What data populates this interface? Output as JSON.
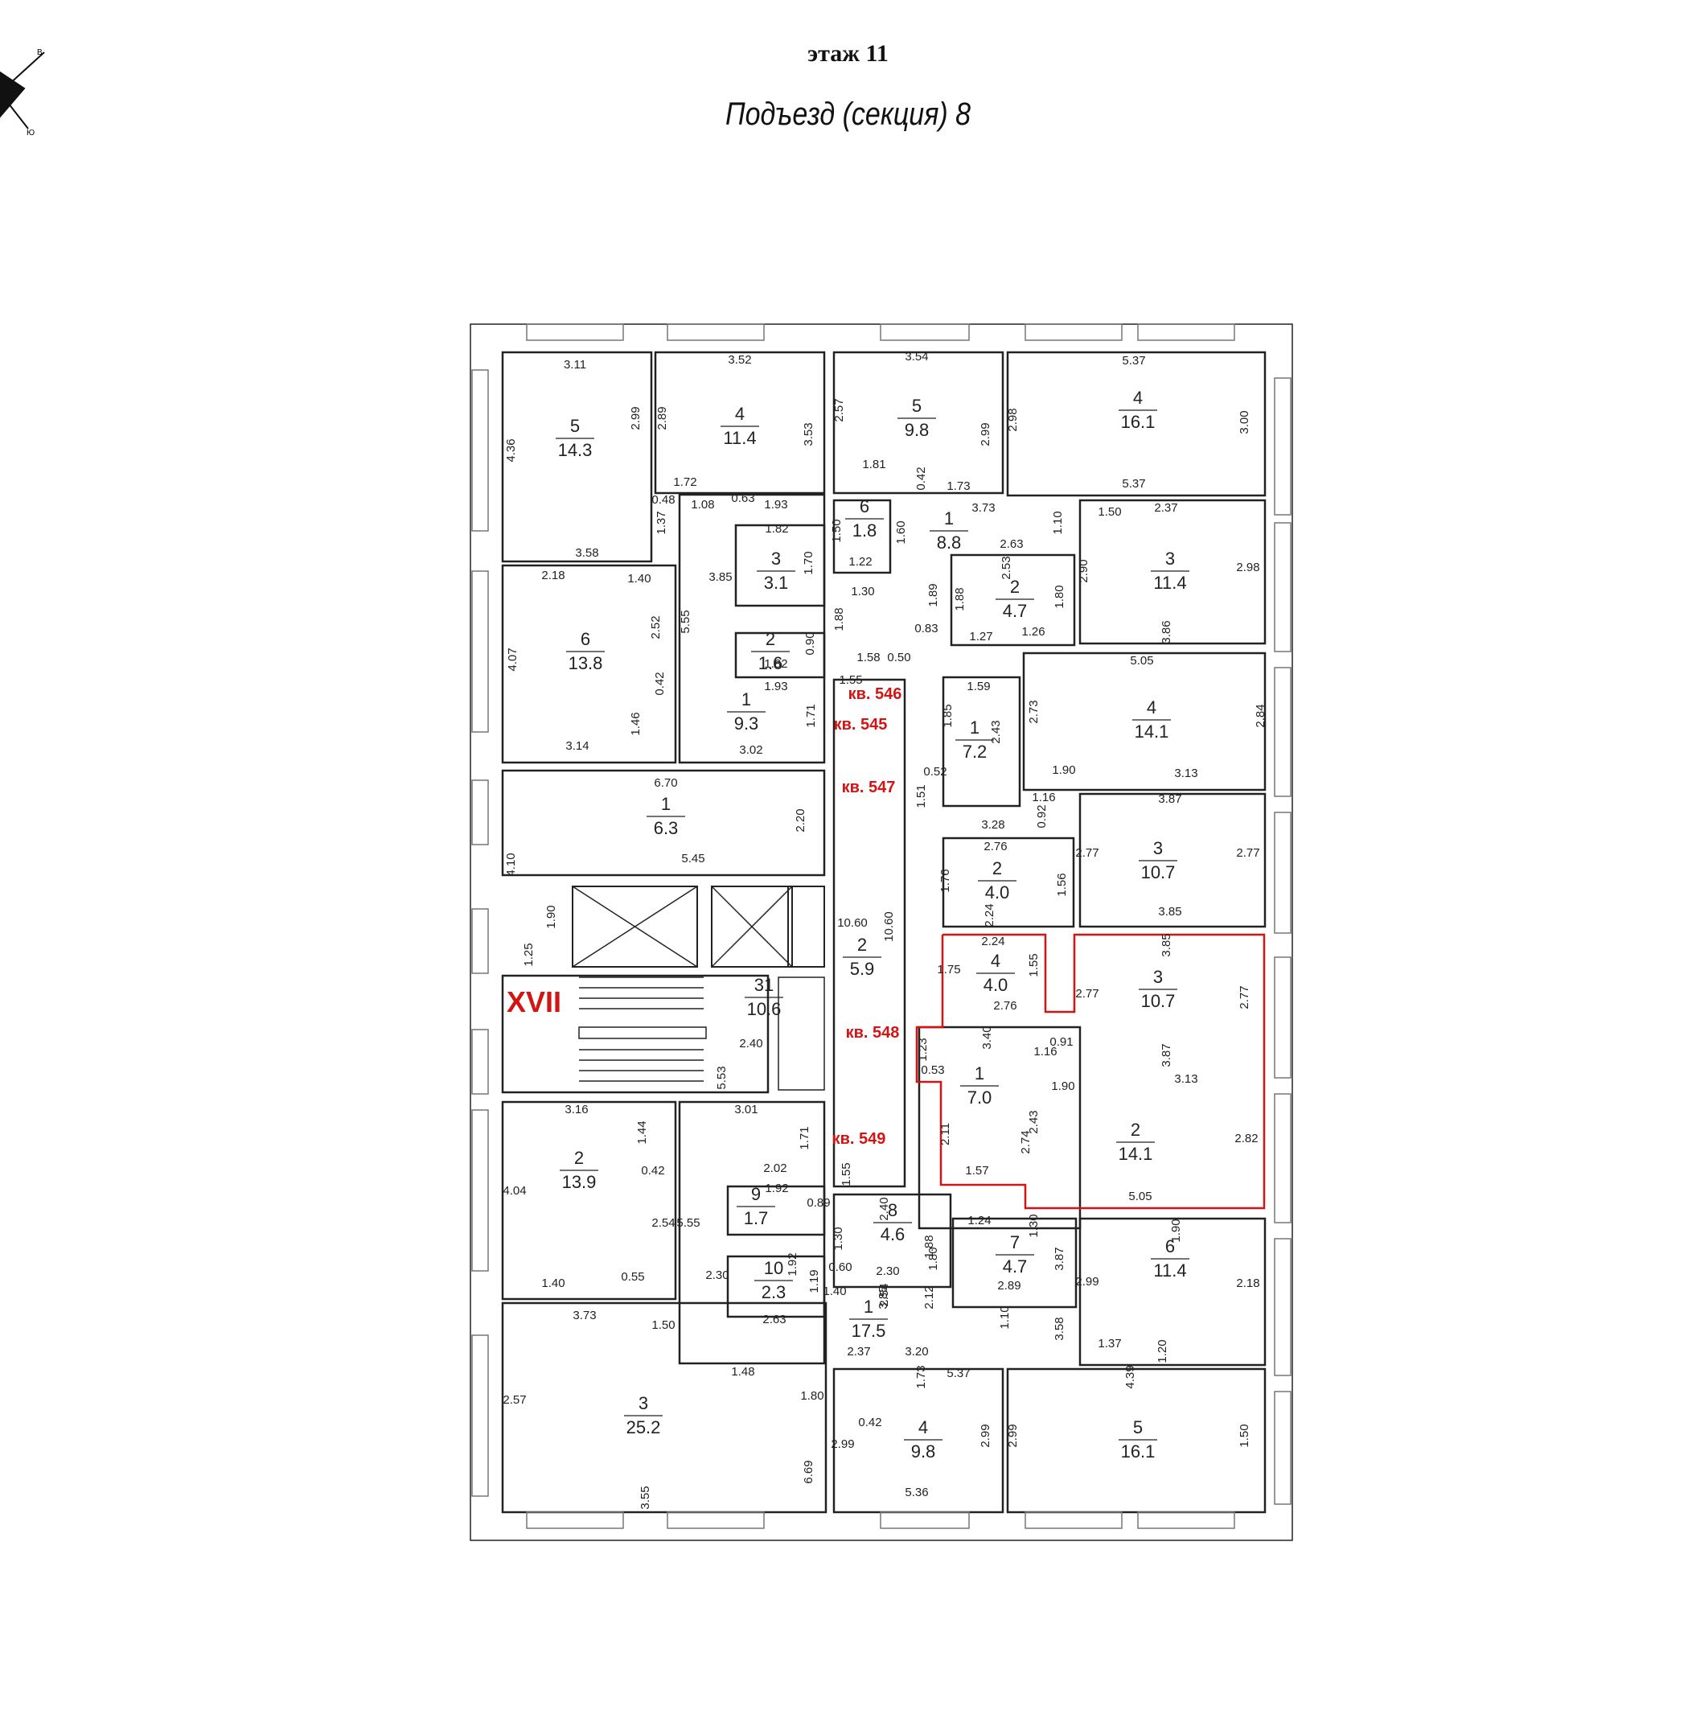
{
  "header": {
    "floor": "этаж 11",
    "section": "Подъезд (секция) 8"
  },
  "compass": {
    "letter_top": "В",
    "letter_bottom": "Ю"
  },
  "stair_label": "XVII",
  "colors": {
    "wall": "#222222",
    "highlight": "#d21414",
    "window": "#888888"
  },
  "apartments": [
    {
      "id": "kv546",
      "label": "кв. 546"
    },
    {
      "id": "kv545",
      "label": "кв. 545"
    },
    {
      "id": "kv547",
      "label": "кв. 547"
    },
    {
      "id": "kv548",
      "label": "кв. 548"
    },
    {
      "id": "kv549",
      "label": "кв. 549"
    }
  ],
  "rooms": [
    {
      "n": "5",
      "a": "14.3"
    },
    {
      "n": "4",
      "a": "11.4"
    },
    {
      "n": "5",
      "a": "9.8"
    },
    {
      "n": "4",
      "a": "16.1"
    },
    {
      "n": "6",
      "a": "1.8"
    },
    {
      "n": "1",
      "a": "8.8"
    },
    {
      "n": "3",
      "a": "3.1"
    },
    {
      "n": "3",
      "a": "11.4"
    },
    {
      "n": "2",
      "a": "4.7"
    },
    {
      "n": "6",
      "a": "13.8"
    },
    {
      "n": "2",
      "a": "1.6"
    },
    {
      "n": "1",
      "a": "9.3"
    },
    {
      "n": "4",
      "a": "14.1"
    },
    {
      "n": "1",
      "a": "7.2"
    },
    {
      "n": "1",
      "a": "6.3"
    },
    {
      "n": "3",
      "a": "10.7"
    },
    {
      "n": "2",
      "a": "4.0"
    },
    {
      "n": "2",
      "a": "5.9"
    },
    {
      "n": "4",
      "a": "4.0"
    },
    {
      "n": "3",
      "a": "10.7"
    },
    {
      "n": "31",
      "a": "10.6"
    },
    {
      "n": "1",
      "a": "7.0"
    },
    {
      "n": "2",
      "a": "14.1"
    },
    {
      "n": "2",
      "a": "13.9"
    },
    {
      "n": "9",
      "a": "1.7"
    },
    {
      "n": "8",
      "a": "4.6"
    },
    {
      "n": "7",
      "a": "4.7"
    },
    {
      "n": "6",
      "a": "11.4"
    },
    {
      "n": "10",
      "a": "2.3"
    },
    {
      "n": "1",
      "a": "17.5"
    },
    {
      "n": "3",
      "a": "25.2"
    },
    {
      "n": "4",
      "a": "9.8"
    },
    {
      "n": "5",
      "a": "16.1"
    }
  ],
  "dims": [
    "3.11",
    "2.99",
    "4.36",
    "3.52",
    "2.89",
    "3.53",
    "3.54",
    "2.57",
    "2.99",
    "5.37",
    "2.98",
    "3.00",
    "5.37",
    "1.81",
    "0.42",
    "1.73",
    "3.73",
    "1.10",
    "1.50",
    "2.37",
    "0.48",
    "1.08",
    "0.63",
    "1.93",
    "1.72",
    "1.37",
    "3.58",
    "1.82",
    "1.70",
    "1.50",
    "1.22",
    "1.60",
    "2.63",
    "2.53",
    "2.90",
    "2.98",
    "3.86",
    "1.30",
    "1.88",
    "1.89",
    "1.88",
    "1.80",
    "0.83",
    "1.27",
    "1.26",
    "2.18",
    "1.40",
    "3.85",
    "5.55",
    "2.52",
    "4.07",
    "0.90",
    "1.82",
    "1.58",
    "0.50",
    "0.42",
    "1.46",
    "3.14",
    "1.93",
    "1.71",
    "1.55",
    "3.02",
    "1.59",
    "1.85",
    "2.43",
    "2.73",
    "5.05",
    "2.84",
    "1.90",
    "3.13",
    "0.52",
    "1.51",
    "1.16",
    "0.92",
    "3.87",
    "6.70",
    "2.20",
    "5.45",
    "3.28",
    "2.76",
    "2.77",
    "2.77",
    "1.76",
    "1.56",
    "2.24",
    "3.85",
    "4.10",
    "1.90",
    "10.60",
    "10.60",
    "1.25",
    "2.24",
    "1.75",
    "1.55",
    "3.85",
    "2.77",
    "2.77",
    "2.76",
    "3.40",
    "1.23",
    "1.16",
    "0.91",
    "3.87",
    "0.53",
    "1.90",
    "3.13",
    "2.40",
    "5.53",
    "2.43",
    "2.74",
    "2.82",
    "2.11",
    "1.57",
    "5.05",
    "3.16",
    "1.44",
    "3.01",
    "1.71",
    "0.42",
    "4.04",
    "2.02",
    "1.92",
    "0.89",
    "2.40",
    "1.55",
    "2.54",
    "5.55",
    "1.24",
    "1.30",
    "1.30",
    "1.88",
    "1.80",
    "3.87",
    "1.90",
    "0.60",
    "1.92",
    "1.19",
    "2.30",
    "3.85",
    "2.30",
    "2.54",
    "2.89",
    "2.99",
    "2.18",
    "1.40",
    "0.55",
    "1.40",
    "2.12",
    "2.63",
    "1.10",
    "3.58",
    "1.37",
    "1.20",
    "3.73",
    "1.50",
    "2.37",
    "3.20",
    "1.48",
    "1.80",
    "0.42",
    "1.73",
    "5.37",
    "4.39",
    "2.57",
    "2.99",
    "2.99",
    "2.99",
    "1.50",
    "6.69",
    "3.55",
    "5.36"
  ]
}
